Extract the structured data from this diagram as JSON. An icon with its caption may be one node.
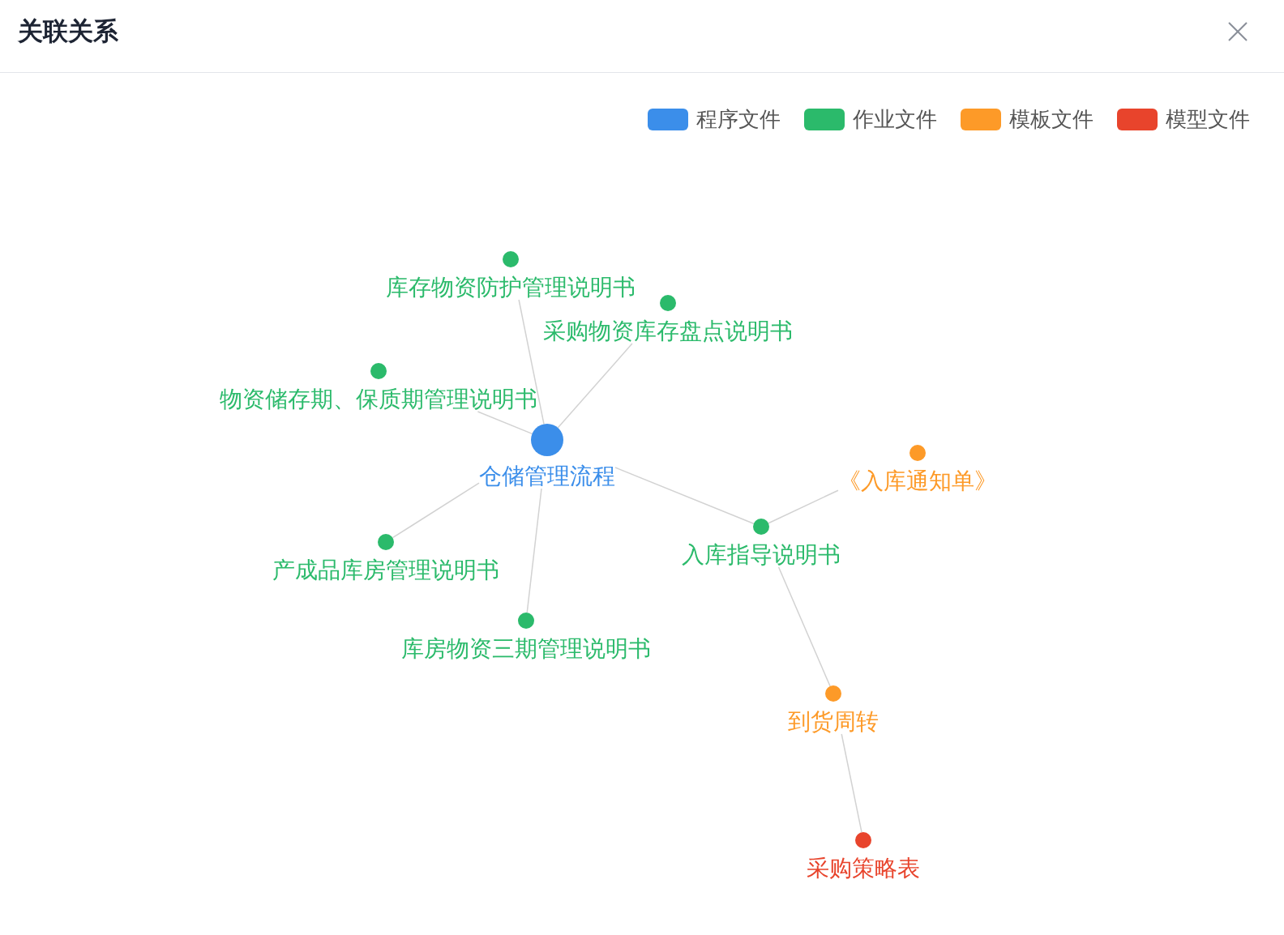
{
  "diagram": {
    "title": "关联关系",
    "nodes": [
      {
        "text": [
          "库存物资防护管理说明书"
        ]
      },
      {
        "text": [
          "采购物资库存盘点说明书"
        ]
      },
      {
        "text": [
          "物资储存期、保质期管理说明书"
        ]
      },
      {
        "text": [
          "仓储管理流程"
        ]
      },
      {
        "text": [
          "《入库通知单》"
        ]
      },
      {
        "text": [
          "入库指导说明书"
        ]
      },
      {
        "text": [
          "产成品库房管理说明书"
        ]
      },
      {
        "text": [
          "库房物资三期管理说明书"
        ]
      },
      {
        "text": [
          "到货周转"
        ]
      },
      {
        "text": [
          "采购策略表"
        ]
      }
    ],
    "edges": [
      {
        "from": 3,
        "to": 0,
        "arrow": "none"
      },
      {
        "from": 3,
        "to": 1,
        "arrow": "none"
      },
      {
        "from": 3,
        "to": 2,
        "arrow": "none"
      },
      {
        "from": 3,
        "to": 5,
        "arrow": "none"
      },
      {
        "from": 3,
        "to": 6,
        "arrow": "none"
      },
      {
        "from": 3,
        "to": 7,
        "arrow": "none"
      },
      {
        "from": 5,
        "to": 4,
        "arrow": "none"
      },
      {
        "from": 5,
        "to": 8,
        "arrow": "none"
      },
      {
        "from": 8,
        "to": 9,
        "arrow": "none"
      }
    ],
    "legend": [
      {
        "text": "程序文件",
        "color": "#3b8eea"
      },
      {
        "text": "作业文件",
        "color": "#2bba6b"
      },
      {
        "text": "模板文件",
        "color": "#fd9a28"
      },
      {
        "text": "模型文件",
        "color": "#e8442c"
      }
    ]
  }
}
